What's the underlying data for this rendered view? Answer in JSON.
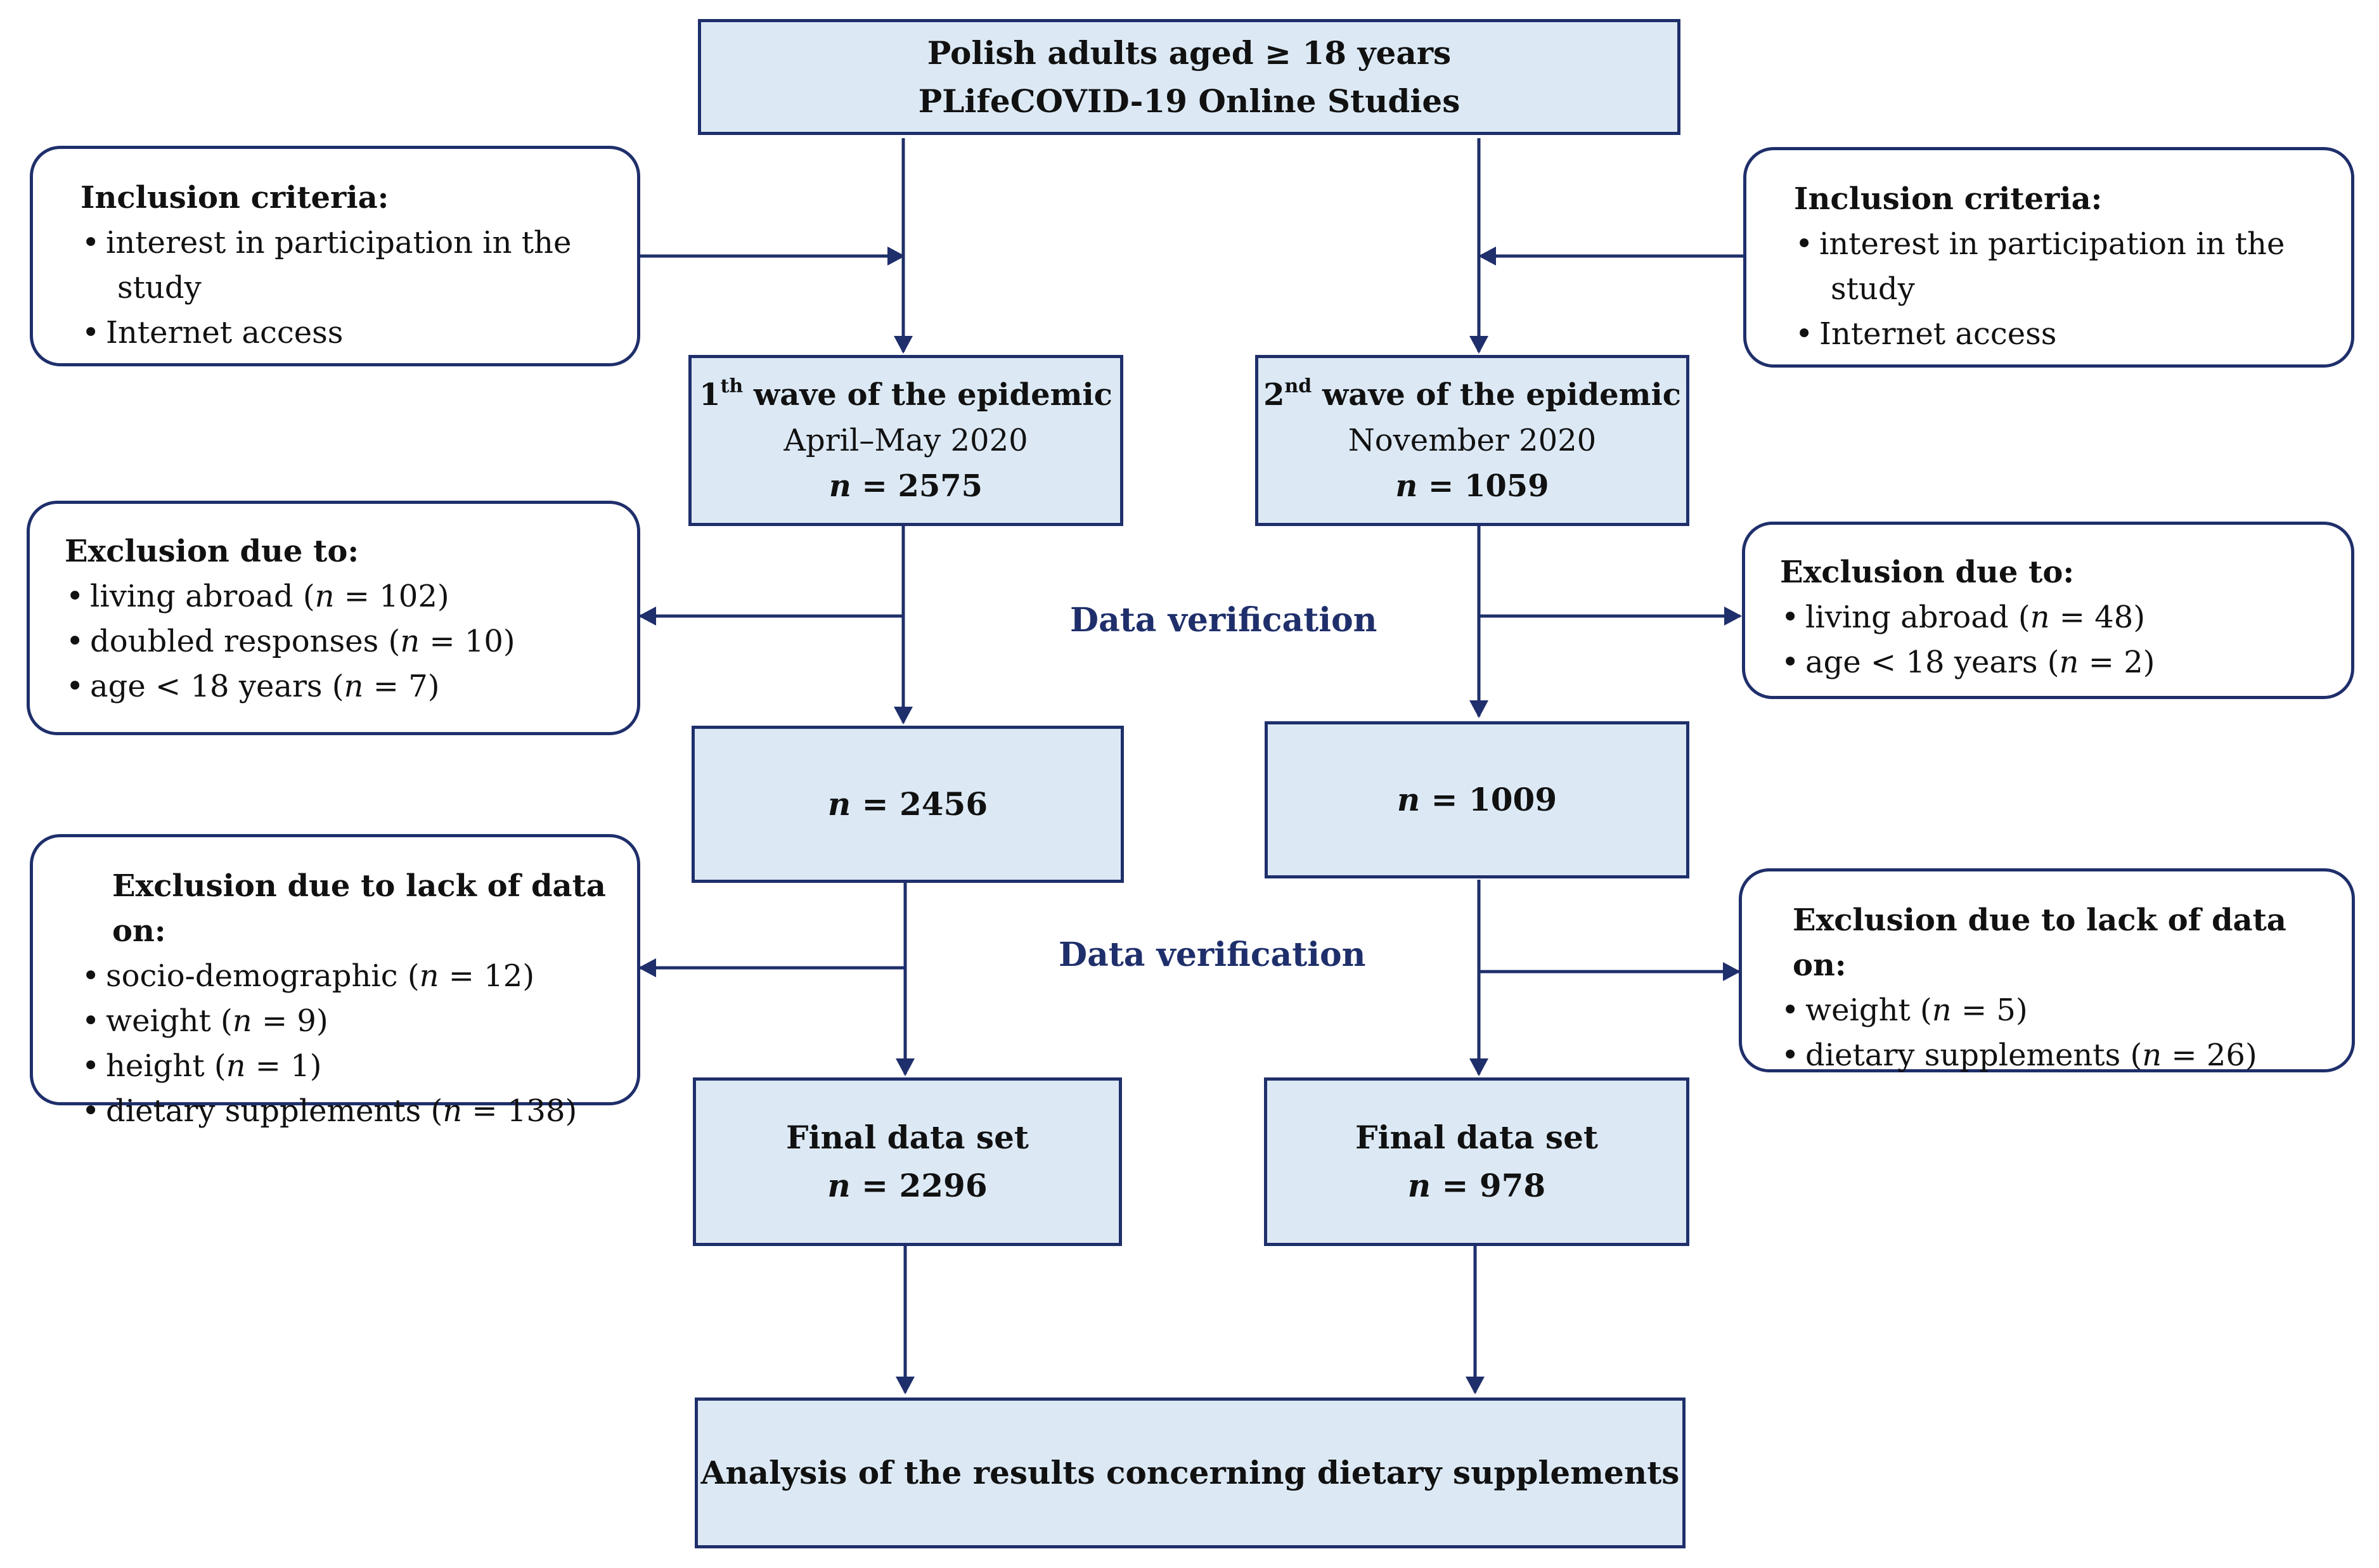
{
  "top": {
    "line1": "Polish adults aged ≥ 18 years",
    "line2": "PLifeCOVID-19 Online Studies"
  },
  "inclusion_left": {
    "title": "Inclusion criteria:",
    "item1": "interest in participation in the",
    "item1_cont": "study",
    "item2": "Internet access"
  },
  "inclusion_right": {
    "title": "Inclusion criteria:",
    "item1": "interest in participation in the",
    "item1_cont": "study",
    "item2": "Internet access"
  },
  "wave1": {
    "ordinal": "1",
    "ordinal_suffix": "th",
    "title": "wave of the epidemic",
    "date": "April–May 2020",
    "n_label": "n",
    "n_value": "= 2575"
  },
  "wave2": {
    "ordinal": "2",
    "ordinal_suffix": "nd",
    "title": "wave of the epidemic",
    "date": "November 2020",
    "n_label": "n",
    "n_value": "= 1059"
  },
  "exclusion1_left": {
    "title": "Exclusion due to:",
    "items": [
      {
        "text": "living abroad (",
        "n": "n",
        "rest": " = 102)"
      },
      {
        "text": "doubled responses (",
        "n": "n",
        "rest": " = 10)"
      },
      {
        "text": "age < 18 years (",
        "n": "n",
        "rest": " = 7)"
      }
    ]
  },
  "exclusion1_right": {
    "title": "Exclusion due to:",
    "items": [
      {
        "text": "living abroad (",
        "n": "n",
        "rest": " = 48)"
      },
      {
        "text": "age < 18 years (",
        "n": "n",
        "rest": " = 2)"
      }
    ]
  },
  "verification1": "Data verification",
  "verification2": "Data verification",
  "mid_left": {
    "n_label": "n",
    "n_value": "= 2456"
  },
  "mid_right": {
    "n_label": "n",
    "n_value": "= 1009"
  },
  "exclusion2_left": {
    "title": "Exclusion due to lack of data on:",
    "items": [
      {
        "text": "socio-demographic (",
        "n": "n",
        "rest": " = 12)"
      },
      {
        "text": "weight (",
        "n": "n",
        "rest": " = 9)"
      },
      {
        "text": "height (",
        "n": "n",
        "rest": " = 1)"
      },
      {
        "text": "dietary supplements (",
        "n": "n",
        "rest": " = 138)"
      }
    ]
  },
  "exclusion2_right": {
    "title": "Exclusion due to lack of data on:",
    "items": [
      {
        "text": "weight (",
        "n": "n",
        "rest": " = 5)"
      },
      {
        "text": "dietary supplements (",
        "n": "n",
        "rest": " = 26)"
      }
    ]
  },
  "final_left": {
    "title": "Final data set",
    "n_label": "n",
    "n_value": "= 2296"
  },
  "final_right": {
    "title": "Final data set",
    "n_label": "n",
    "n_value": "= 978"
  },
  "analysis": "Analysis of the results concerning dietary supplements",
  "colors": {
    "box_fill": "#dce9f5",
    "line": "#1f2f6b",
    "verify_text": "#1f2f6b"
  }
}
